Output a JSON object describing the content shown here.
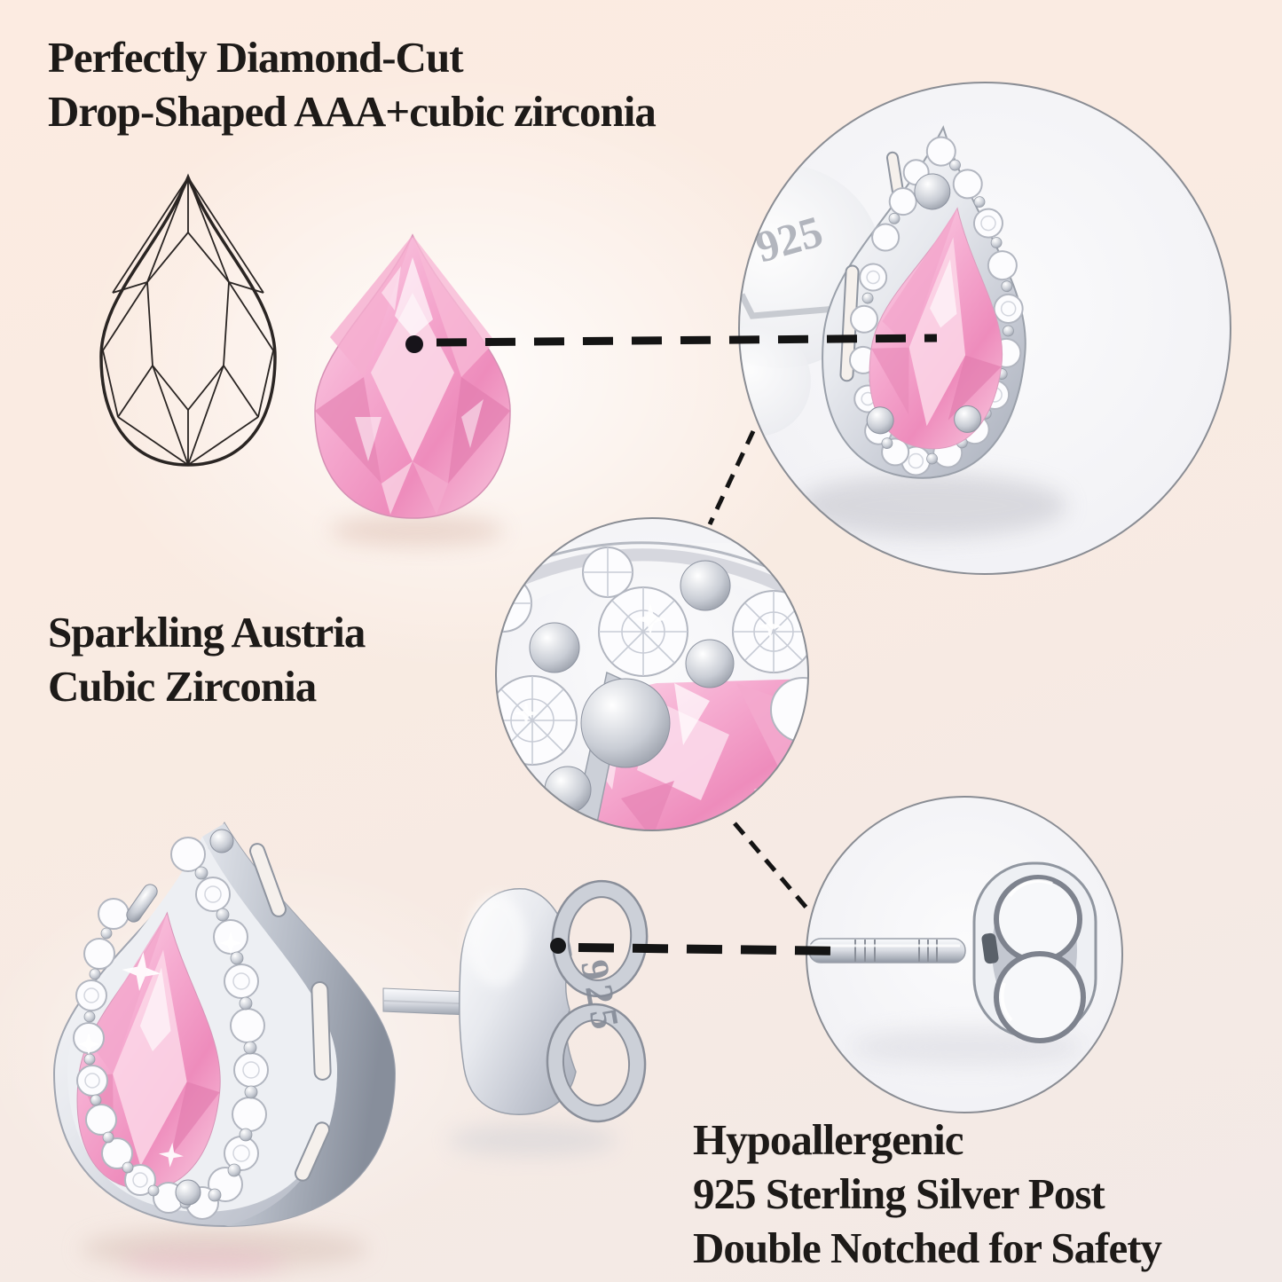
{
  "headings": {
    "diamond_cut": {
      "line1": "Perfectly Diamond-Cut",
      "line2": "Drop-Shaped AAA+cubic zirconia"
    },
    "sparkling": {
      "line1": "Sparkling Austria",
      "line2": "Cubic Zirconia"
    },
    "hypoallergenic": {
      "line1": "Hypoallergenic",
      "line2": "925 Sterling Silver Post",
      "line3": "Double Notched for Safety"
    }
  },
  "stamps": {
    "back_disc": "925",
    "butterfly_back": "925"
  },
  "colors": {
    "background": "#f9ebe2",
    "text": "#1d1a18",
    "dash_line": "#141414",
    "gem_pink": "#f2a0c6",
    "gem_pink_deep": "#e57fb1",
    "silver": "#c9ccd4",
    "silver_dark": "#8f96a2",
    "callout_ring": "#8a8d94"
  }
}
